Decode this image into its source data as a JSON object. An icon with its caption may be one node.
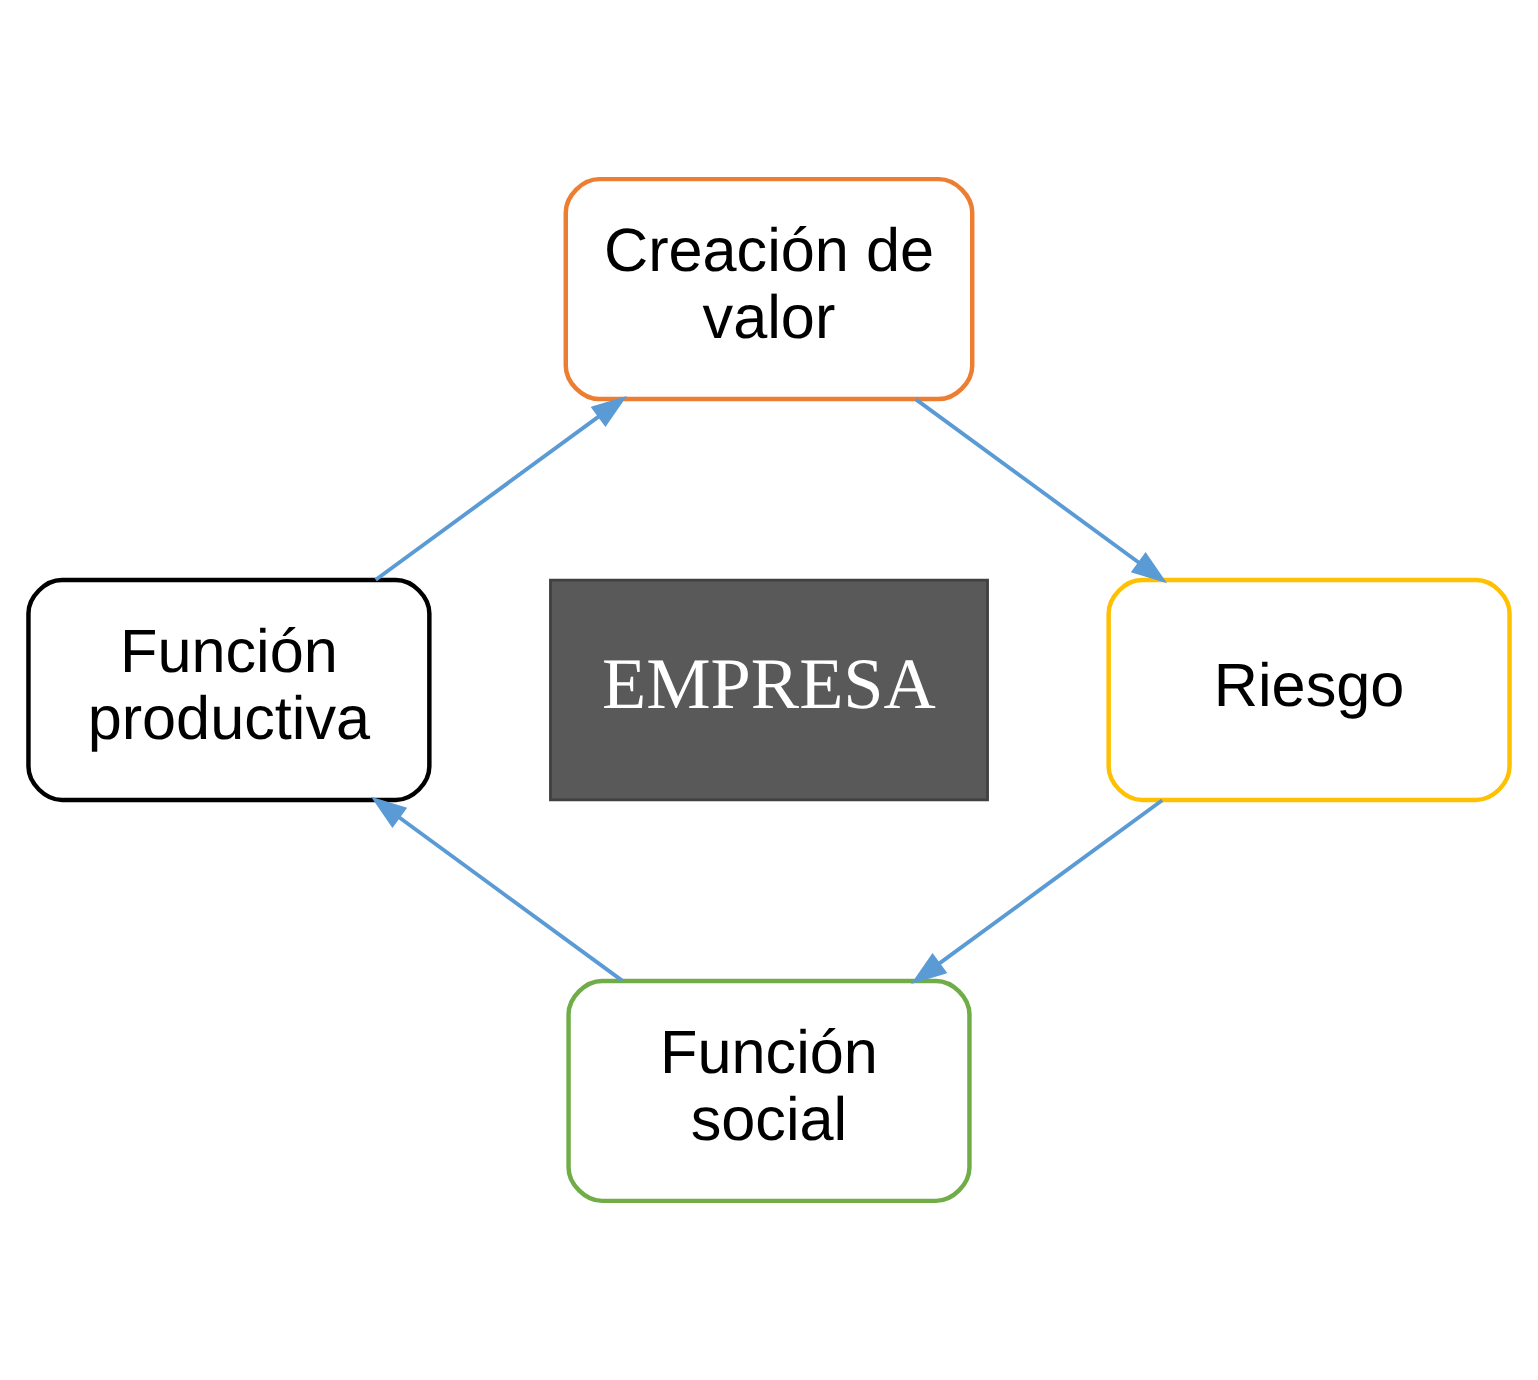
{
  "diagram": {
    "nodes": [
      {
        "text": [
          "Creación de valor"
        ]
      },
      {
        "text": [
          "Riesgo"
        ]
      },
      {
        "text": [
          "Función social"
        ]
      },
      {
        "text": [
          "Función productiva"
        ]
      },
      {
        "text": [
          "EMPRESA"
        ]
      }
    ],
    "edges": [
      {
        "from": 0,
        "to": 1,
        "arrow": "to"
      },
      {
        "from": 1,
        "to": 2,
        "arrow": "to"
      },
      {
        "from": 2,
        "to": 3,
        "arrow": "to"
      },
      {
        "from": 3,
        "to": 0,
        "arrow": "to"
      }
    ]
  }
}
